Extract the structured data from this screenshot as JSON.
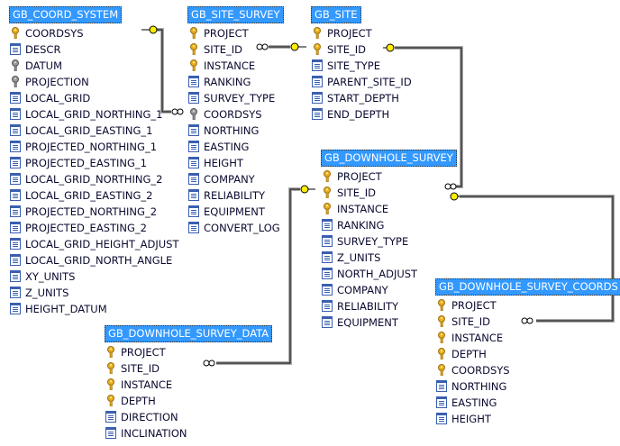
{
  "tables": [
    {
      "id": "t-coord",
      "name": "GB_COORD_SYSTEM",
      "columns": [
        {
          "name": "COORDSYS",
          "type": "pk"
        },
        {
          "name": "DESCR",
          "type": "col"
        },
        {
          "name": "DATUM",
          "type": "fk"
        },
        {
          "name": "PROJECTION",
          "type": "fk"
        },
        {
          "name": "LOCAL_GRID",
          "type": "col"
        },
        {
          "name": "LOCAL_GRID_NORTHING_1",
          "type": "col"
        },
        {
          "name": "LOCAL_GRID_EASTING_1",
          "type": "col"
        },
        {
          "name": "PROJECTED_NORTHING_1",
          "type": "col"
        },
        {
          "name": "PROJECTED_EASTING_1",
          "type": "col"
        },
        {
          "name": "LOCAL_GRID_NORTHING_2",
          "type": "col"
        },
        {
          "name": "LOCAL_GRID_EASTING_2",
          "type": "col"
        },
        {
          "name": "PROJECTED_NORTHING_2",
          "type": "col"
        },
        {
          "name": "PROJECTED_EASTING_2",
          "type": "col"
        },
        {
          "name": "LOCAL_GRID_HEIGHT_ADJUST",
          "type": "col"
        },
        {
          "name": "LOCAL_GRID_NORTH_ANGLE",
          "type": "col"
        },
        {
          "name": "XY_UNITS",
          "type": "col"
        },
        {
          "name": "Z_UNITS",
          "type": "col"
        },
        {
          "name": "HEIGHT_DATUM",
          "type": "col"
        }
      ]
    },
    {
      "id": "t-ss",
      "name": "GB_SITE_SURVEY",
      "columns": [
        {
          "name": "PROJECT",
          "type": "pk"
        },
        {
          "name": "SITE_ID",
          "type": "pk"
        },
        {
          "name": "INSTANCE",
          "type": "pk"
        },
        {
          "name": "RANKING",
          "type": "col"
        },
        {
          "name": "SURVEY_TYPE",
          "type": "col"
        },
        {
          "name": "COORDSYS",
          "type": "fk"
        },
        {
          "name": "NORTHING",
          "type": "col"
        },
        {
          "name": "EASTING",
          "type": "col"
        },
        {
          "name": "HEIGHT",
          "type": "col"
        },
        {
          "name": "COMPANY",
          "type": "col"
        },
        {
          "name": "RELIABILITY",
          "type": "col"
        },
        {
          "name": "EQUIPMENT",
          "type": "col"
        },
        {
          "name": "CONVERT_LOG",
          "type": "col"
        }
      ]
    },
    {
      "id": "t-site",
      "name": "GB_SITE",
      "columns": [
        {
          "name": "PROJECT",
          "type": "pk"
        },
        {
          "name": "SITE_ID",
          "type": "pk"
        },
        {
          "name": "SITE_TYPE",
          "type": "col"
        },
        {
          "name": "PARENT_SITE_ID",
          "type": "col"
        },
        {
          "name": "START_DEPTH",
          "type": "col"
        },
        {
          "name": "END_DEPTH",
          "type": "col"
        }
      ]
    },
    {
      "id": "t-dhs",
      "name": "GB_DOWNHOLE_SURVEY",
      "columns": [
        {
          "name": "PROJECT",
          "type": "pk"
        },
        {
          "name": "SITE_ID",
          "type": "pk"
        },
        {
          "name": "INSTANCE",
          "type": "pk"
        },
        {
          "name": "RANKING",
          "type": "col"
        },
        {
          "name": "SURVEY_TYPE",
          "type": "col"
        },
        {
          "name": "Z_UNITS",
          "type": "col"
        },
        {
          "name": "NORTH_ADJUST",
          "type": "col"
        },
        {
          "name": "COMPANY",
          "type": "col"
        },
        {
          "name": "RELIABILITY",
          "type": "col"
        },
        {
          "name": "EQUIPMENT",
          "type": "col"
        }
      ]
    },
    {
      "id": "t-dhsc",
      "name": "GB_DOWNHOLE_SURVEY_COORDS",
      "columns": [
        {
          "name": "PROJECT",
          "type": "pk"
        },
        {
          "name": "SITE_ID",
          "type": "pk"
        },
        {
          "name": "INSTANCE",
          "type": "pk"
        },
        {
          "name": "DEPTH",
          "type": "pk"
        },
        {
          "name": "COORDSYS",
          "type": "pk"
        },
        {
          "name": "NORTHING",
          "type": "col"
        },
        {
          "name": "EASTING",
          "type": "col"
        },
        {
          "name": "HEIGHT",
          "type": "col"
        }
      ]
    },
    {
      "id": "t-dhsd",
      "name": "GB_DOWNHOLE_SURVEY_DATA",
      "columns": [
        {
          "name": "PROJECT",
          "type": "pk"
        },
        {
          "name": "SITE_ID",
          "type": "pk"
        },
        {
          "name": "INSTANCE",
          "type": "pk"
        },
        {
          "name": "DEPTH",
          "type": "pk"
        },
        {
          "name": "DIRECTION",
          "type": "col"
        },
        {
          "name": "INCLINATION",
          "type": "col"
        }
      ]
    }
  ]
}
